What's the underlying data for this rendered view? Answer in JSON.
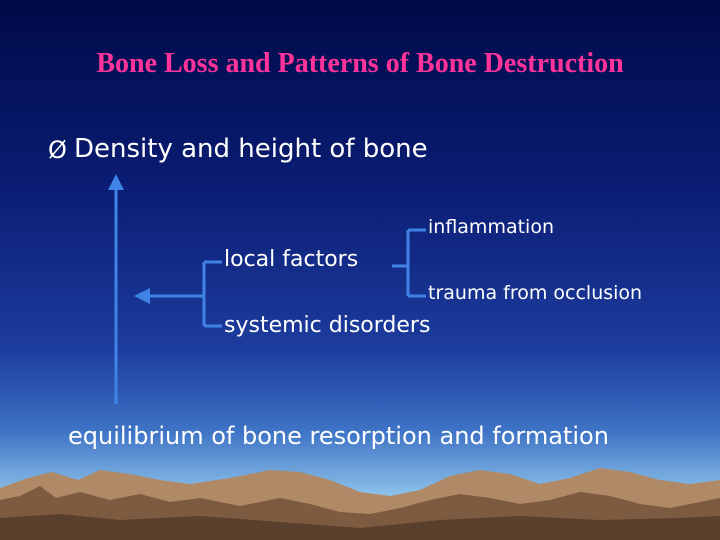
{
  "slide": {
    "title": "Bone Loss and Patterns of Bone Destruction",
    "bullet_marker": "Ø",
    "bullet_text": "Density and height of bone"
  },
  "diagram": {
    "local_factors": "local factors",
    "systemic_disorders": "systemic disorders",
    "inflammation": "inflammation",
    "trauma": "trauma from occlusion",
    "equilibrium": "equilibrium of bone resorption and formation"
  },
  "colors": {
    "title": "#ff3399",
    "text": "#ffffff",
    "lines": "#3f83e6"
  }
}
